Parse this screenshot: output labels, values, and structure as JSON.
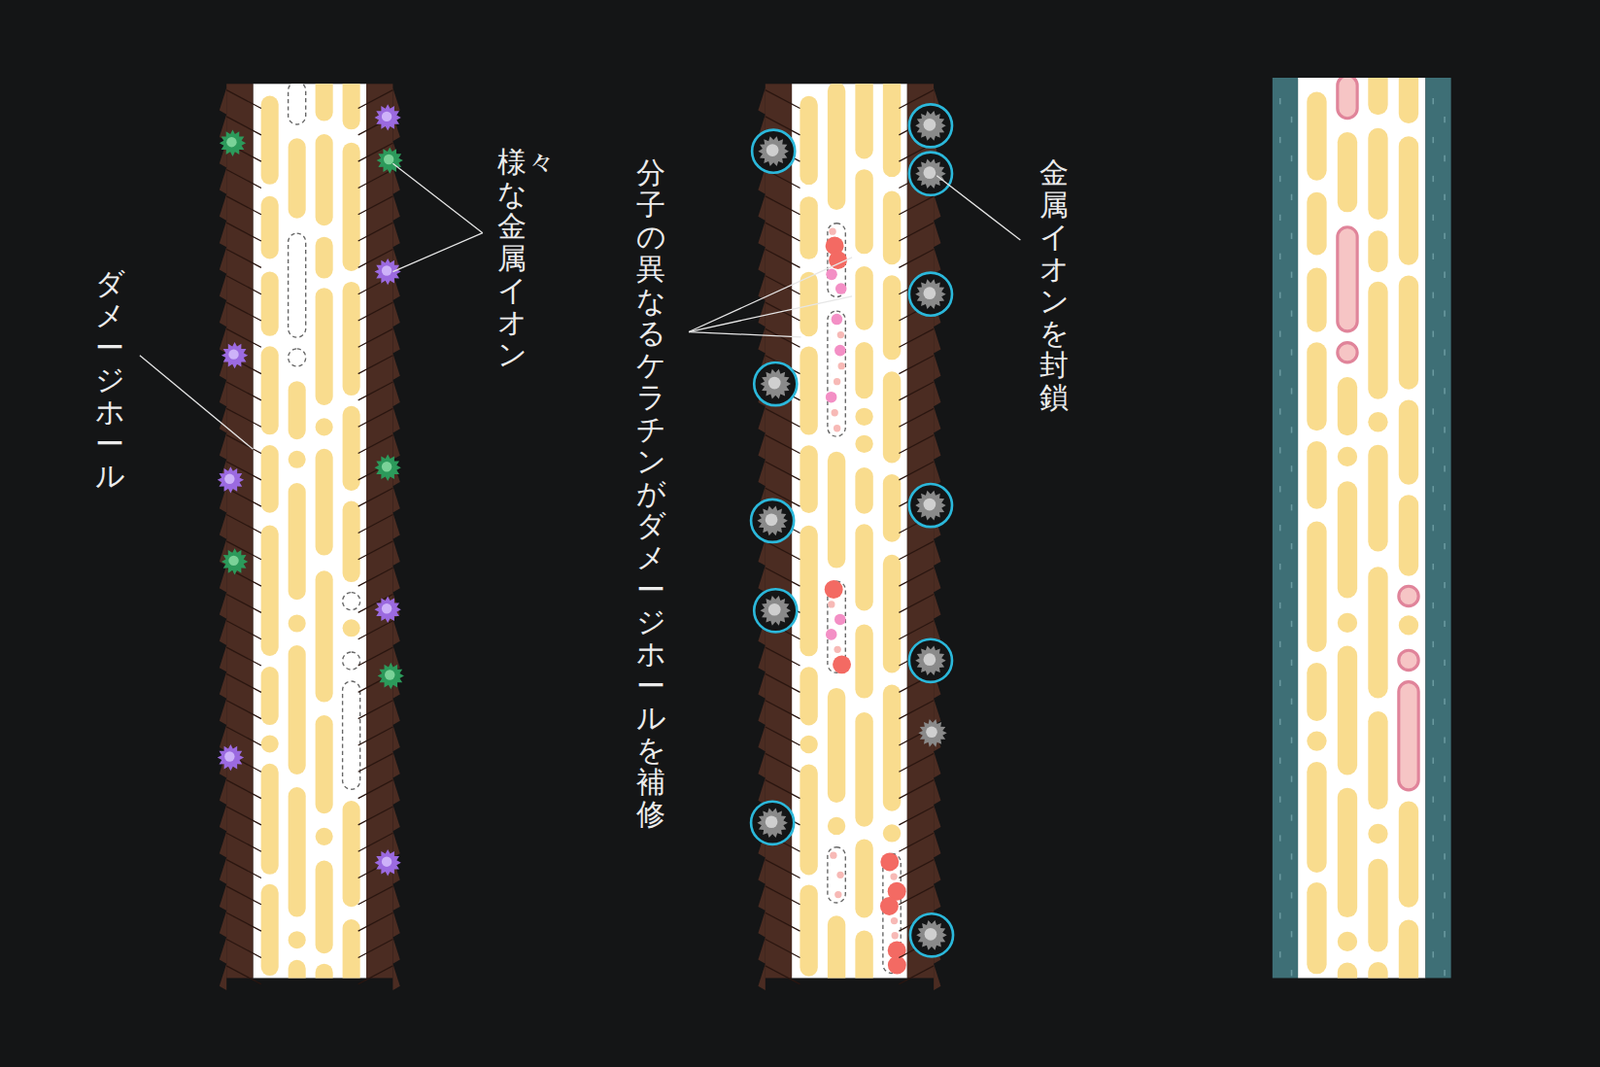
{
  "diagram": {
    "labels": [
      "様々な金属イオン",
      "ダメージホール",
      "分子の異なるケラチンがダメージホールを補修",
      "金属イオンを封鎖"
    ]
  }
}
